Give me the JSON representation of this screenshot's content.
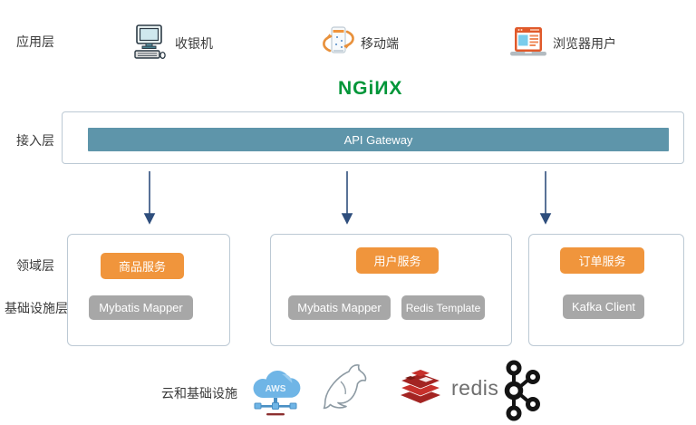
{
  "app_layer": {
    "label": "应用层",
    "items": [
      {
        "id": "cash-register",
        "label": "收银机"
      },
      {
        "id": "mobile",
        "label": "移动端"
      },
      {
        "id": "browser-user",
        "label": "浏览器用户"
      }
    ]
  },
  "nginx": {
    "logo_text": "NGiИX"
  },
  "access_layer": {
    "label": "接入层",
    "gateway_label": "API Gateway"
  },
  "domain_layer": {
    "label": "领域层"
  },
  "infra_layer": {
    "label": "基础设施层"
  },
  "services": [
    {
      "service": "商品服务",
      "components": [
        "Mybatis Mapper"
      ]
    },
    {
      "service": "用户服务",
      "components": [
        "Mybatis Mapper",
        "Redis Template"
      ]
    },
    {
      "service": "订单服务",
      "components": [
        "Kafka Client"
      ]
    }
  ],
  "cloud_layer": {
    "label": "云和基础设施",
    "aws_text": "AWS",
    "redis_text": "redis",
    "icons": [
      "aws-cloud",
      "mysql-dolphin",
      "redis-logo",
      "kafka-logo"
    ]
  },
  "colors": {
    "accent_orange": "#f0953c",
    "gray_component": "#a7a7a7",
    "gateway_teal": "#5e95aa",
    "nginx_green": "#009639",
    "arrow_navy": "#2f4e7d",
    "box_border": "#bcc9d4",
    "redis_red": "#c6302b",
    "aws_blue": "#6fb5e6"
  }
}
